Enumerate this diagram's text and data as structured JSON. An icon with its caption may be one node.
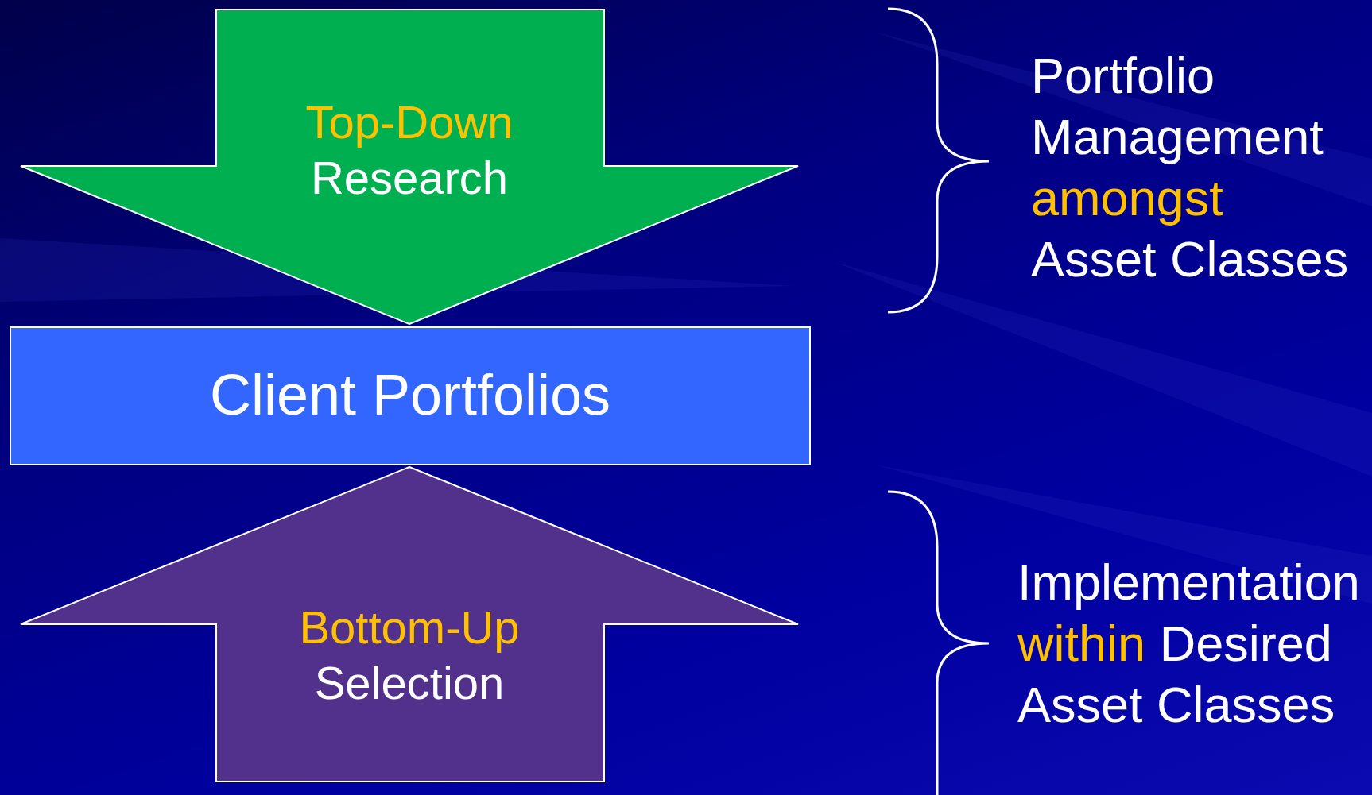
{
  "diagram": {
    "nodes": [
      {
        "text": [
          "Top-Down",
          "Research"
        ]
      },
      {
        "text": [
          "Client Portfolios"
        ]
      },
      {
        "text": [
          "Bottom-Up",
          "Selection"
        ]
      }
    ],
    "labels": [
      "Portfolio Management",
      "amongst",
      "Asset Classes",
      "Implementation",
      "within",
      "Desired",
      "Asset Classes"
    ]
  }
}
